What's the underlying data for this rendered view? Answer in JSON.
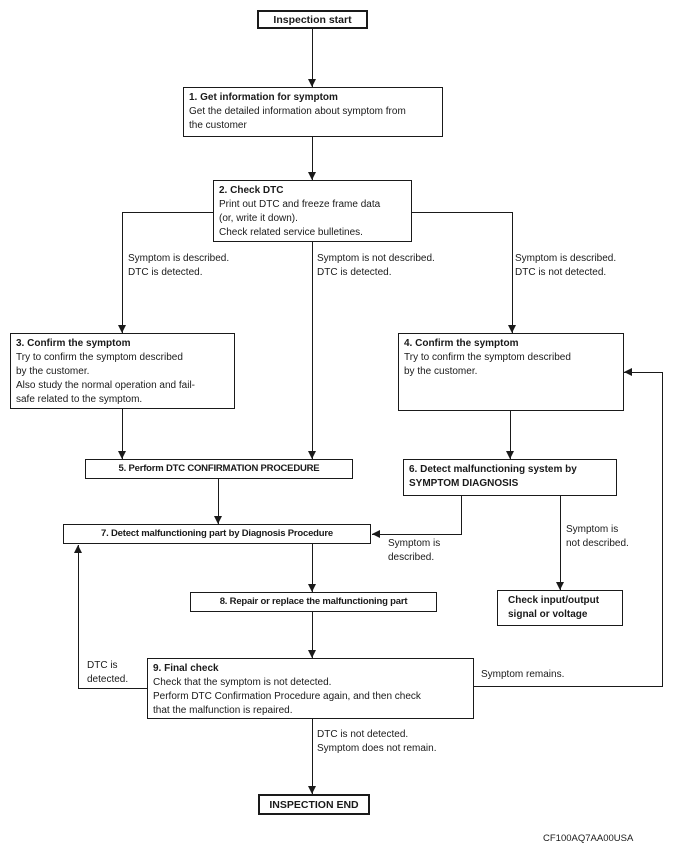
{
  "diagram": {
    "nodes": {
      "start": {
        "label": "Inspection start"
      },
      "step1": {
        "title": "1. Get information for symptom",
        "line1": "Get the detailed information about symptom from",
        "line2": "the customer"
      },
      "step2": {
        "title": "2. Check DTC",
        "line1": "Print out DTC and freeze frame data",
        "line2": "(or, write it down).",
        "line3": "Check related service bulletines."
      },
      "step3": {
        "title": "3. Confirm the symptom",
        "line1": "Try to confirm the symptom described",
        "line2": "by the customer.",
        "line3": "Also study the normal operation and fail-",
        "line4": "safe related to the symptom."
      },
      "step4": {
        "title": "4. Confirm the symptom",
        "line1": "Try to confirm the symptom described",
        "line2": "by the customer."
      },
      "step5": {
        "title": "5. Perform DTC CONFIRMATION PROCEDURE"
      },
      "step6": {
        "title1": "6. Detect malfunctioning system by",
        "title2": "SYMPTOM DIAGNOSIS"
      },
      "step7": {
        "title": "7. Detect malfunctioning part by Diagnosis Procedure"
      },
      "step8": {
        "title": "8. Repair or replace the malfunctioning part"
      },
      "step9": {
        "title": "9. Final check",
        "line1": "Check that the symptom is not detected.",
        "line2": "Perform DTC Confirmation Procedure again, and then check",
        "line3": "that the malfunction is repaired."
      },
      "check_io": {
        "line1": "Check input/output",
        "line2": "signal or voltage"
      },
      "end": {
        "label": "INSPECTION END"
      }
    },
    "edge_labels": {
      "left_branch": {
        "line1": "Symptom is described.",
        "line2": "DTC is detected."
      },
      "mid_branch": {
        "line1": "Symptom is not described.",
        "line2": "DTC is detected."
      },
      "right_branch": {
        "line1": "Symptom is described.",
        "line2": "DTC is not detected."
      },
      "symptom_described": {
        "line1": "Symptom is",
        "line2": "described."
      },
      "symptom_not_described": {
        "line1": "Symptom is",
        "line2": "not described."
      },
      "dtc_detected": {
        "line1": "DTC is",
        "line2": "detected."
      },
      "symptom_remains": {
        "line1": "Symptom remains."
      },
      "end_branch": {
        "line1": "DTC is not detected.",
        "line2": "Symptom does not remain."
      }
    },
    "footer_code": "CF100AQ7AA00USA",
    "colors": {
      "line": "#1a1a1a",
      "text": "#1a1a1a",
      "background": "#ffffff"
    }
  }
}
